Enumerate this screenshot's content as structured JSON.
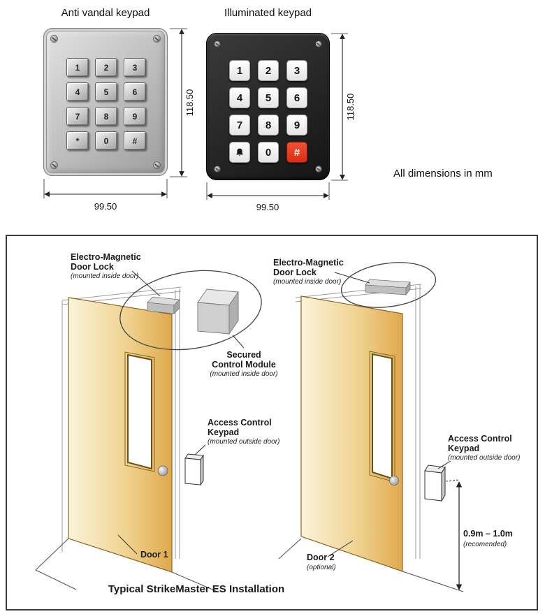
{
  "top": {
    "left_keypad": {
      "title": "Anti vandal keypad",
      "keys": [
        "1",
        "2",
        "3",
        "4",
        "5",
        "6",
        "7",
        "8",
        "9",
        "*",
        "0",
        "#"
      ],
      "height_dim": "118.50",
      "width_dim": "99.50"
    },
    "right_keypad": {
      "title": "Illuminated keypad",
      "keys": [
        "1",
        "2",
        "3",
        "4",
        "5",
        "6",
        "7",
        "8",
        "9",
        "0",
        "#"
      ],
      "bell_key_icon": "bell-icon",
      "hash_key_color": "#e6391c",
      "height_dim": "118.50",
      "width_dim": "99.50"
    },
    "units_note": "All dimensions in mm"
  },
  "diagram": {
    "caption": "Typical StrikeMaster ES Installation",
    "door1": {
      "name": "Door 1",
      "lock_line1": "Electro-Magnetic",
      "lock_line2": "Door Lock",
      "lock_sub": "(mounted inside door)",
      "module_line1": "Secured",
      "module_line2": "Control Module",
      "module_sub": "(mounted inside door)",
      "keypad_line1": "Access Control",
      "keypad_line2": "Keypad",
      "keypad_sub": "(mounted outside door)"
    },
    "door2": {
      "name": "Door 2",
      "name_sub": "(optional)",
      "lock_line1": "Electro-Magnetic",
      "lock_line2": "Door Lock",
      "lock_sub": "(mounted inside door)",
      "keypad_line1": "Access Control",
      "keypad_line2": "Keypad",
      "keypad_sub": "(mounted outside door)"
    },
    "mount_height": "0.9m – 1.0m",
    "mount_height_sub": "(recomended)"
  },
  "colors": {
    "door_wood": "#f0d492",
    "keypad_red_key": "#e6391c",
    "keypad_body_black": "#1e1e1e",
    "keypad_body_silver": "#c6c6c6"
  }
}
